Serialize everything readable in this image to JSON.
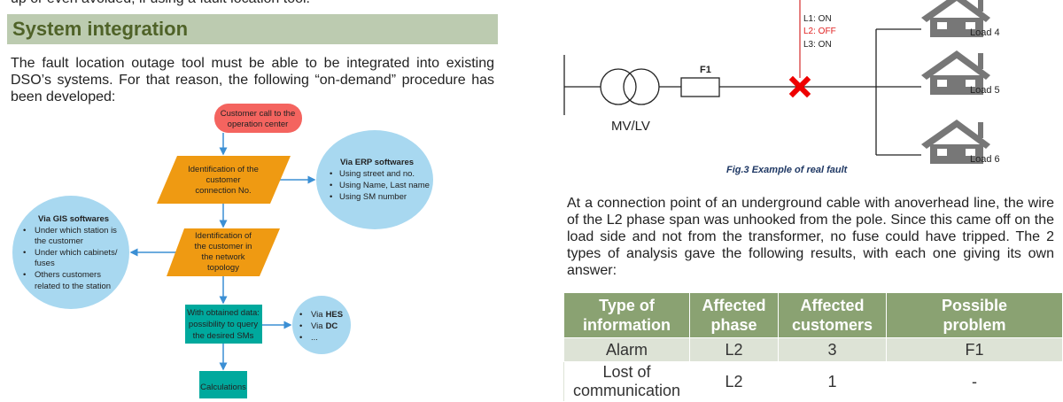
{
  "doc": {
    "top_line": "up or even avoided, if using a fault location tool.",
    "heading": "System integration",
    "para1": "The fault location outage tool must be able to be integrated into existing DSO’s systems. For that reason, the following “on-demand” procedure has been developed:",
    "para2": "At a connection point of an underground cable with anoverhead line, the wire of the L2 phase span was unhooked from the pole. Since this came off on the load side and not from the transformer, no fuse could have tripped. The 2 types of analysis gave the following results, with each one giving its own answer:"
  },
  "flowchart": {
    "start": [
      "Customer call to the",
      "operation center"
    ],
    "step1": [
      "Identification of the",
      "customer",
      "connection No."
    ],
    "erp_title": "Via ERP softwares",
    "erp_items": [
      "Using street and no.",
      "Using Name, Last name",
      "Using SM number"
    ],
    "step2": [
      "Identification of",
      "the customer in",
      "the network",
      "topology"
    ],
    "gis_title": "Via GIS softwares",
    "gis_items": [
      "Under which station is",
      "the customer",
      "Under which cabinets/",
      "fuses",
      "Others customers",
      "related to the station"
    ],
    "step3": [
      "With obtained data:",
      "possibility to query",
      "the desired SMs"
    ],
    "query_prefix": "Via",
    "query_items": [
      "HES",
      "DC",
      "..."
    ],
    "step4": "Calculations",
    "colors": {
      "start": "#f4645f",
      "step": "#ef9a12",
      "teal": "#00a99d",
      "bubble": "#a8d8f0",
      "arrow": "#3b8fd4"
    }
  },
  "circuit": {
    "transformer_label": "MV/LV",
    "fuse_label": "F1",
    "phases": [
      {
        "label": "L1: ON",
        "color": "#222222"
      },
      {
        "label": "L2: OFF",
        "color": "#e02020"
      },
      {
        "label": "L3: ON",
        "color": "#222222"
      }
    ],
    "loads": [
      "Load 4",
      "Load 5",
      "Load 6"
    ],
    "caption": "Fig.3 Example of real fault"
  },
  "table": {
    "headers": [
      [
        "Type of",
        "information"
      ],
      [
        "Affected",
        "phase"
      ],
      [
        "Affected",
        "customers"
      ],
      [
        "Possible",
        "problem"
      ]
    ],
    "rows": [
      {
        "type": [
          "Alarm"
        ],
        "phase": "L2",
        "customers": "3",
        "problem": "F1"
      },
      {
        "type": [
          "Lost of",
          "communication"
        ],
        "phase": "L2",
        "customers": "1",
        "problem": "-"
      }
    ]
  }
}
